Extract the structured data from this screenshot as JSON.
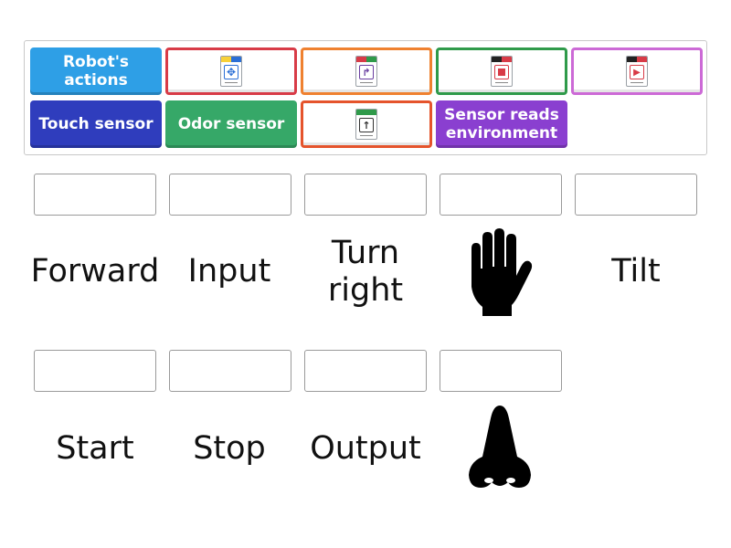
{
  "bank": {
    "tiles": [
      {
        "id": "robots-actions",
        "type": "text",
        "label": "Robot's actions",
        "color": "#2e9fe6"
      },
      {
        "id": "card-all-directions",
        "type": "image",
        "icon": "four-arrows-icon",
        "border": "#d83b47",
        "card_colors": [
          "#f7d038",
          "#2b6fd6"
        ]
      },
      {
        "id": "card-turn-right",
        "type": "image",
        "icon": "turn-right-arrow-icon",
        "border": "#ef8130",
        "card_colors": [
          "#d83b47",
          "#2f9a4a"
        ]
      },
      {
        "id": "card-stop",
        "type": "image",
        "icon": "stop-square-icon",
        "border": "#2f9a4a",
        "card_colors": [
          "#222222",
          "#d83b47"
        ]
      },
      {
        "id": "card-play",
        "type": "image",
        "icon": "play-triangle-icon",
        "border": "#cc6ad6",
        "card_colors": [
          "#222222",
          "#d83b47"
        ]
      },
      {
        "id": "touch-sensor",
        "type": "text",
        "label": "Touch sensor",
        "color": "#2f3dbd"
      },
      {
        "id": "odor-sensor",
        "type": "text",
        "label": "Odor sensor",
        "color": "#36a868"
      },
      {
        "id": "card-forward",
        "type": "image",
        "icon": "up-arrow-icon",
        "border": "#e5542c",
        "card_colors": [
          "#2f9a4a",
          "#2f9a4a"
        ]
      },
      {
        "id": "sensor-reads-environment",
        "type": "text",
        "label": "Sensor reads environment",
        "color": "#8a3fd0"
      }
    ]
  },
  "rows": [
    {
      "items": [
        {
          "type": "text",
          "label": "Forward"
        },
        {
          "type": "text",
          "label": "Input"
        },
        {
          "type": "text",
          "label": "Turn right"
        },
        {
          "type": "icon",
          "icon": "hand-icon"
        },
        {
          "type": "text",
          "label": "Tilt"
        }
      ]
    },
    {
      "items": [
        {
          "type": "text",
          "label": "Start"
        },
        {
          "type": "text",
          "label": "Stop"
        },
        {
          "type": "text",
          "label": "Output"
        },
        {
          "type": "icon",
          "icon": "nose-icon"
        }
      ]
    }
  ]
}
